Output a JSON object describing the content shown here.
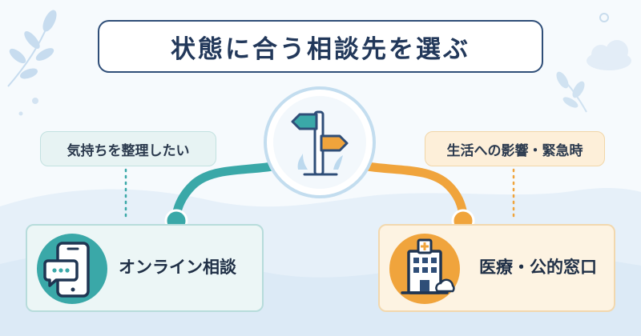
{
  "title": "状態に合う相談先を選ぶ",
  "left_option": {
    "condition": "気持ちを整理したい",
    "destination": "オンライン相談",
    "icon": "smartphone-chat-icon",
    "color": "#3aa8a8"
  },
  "right_option": {
    "condition": "生活への影響・緊急時",
    "destination": "医療・公的窓口",
    "icon": "hospital-icon",
    "color": "#f0a43c"
  },
  "center_icon": "signpost-icon",
  "colors": {
    "navy": "#2f4e78",
    "teal": "#3aa8a8",
    "orange": "#f0a43c",
    "background": "#f6fafd"
  }
}
